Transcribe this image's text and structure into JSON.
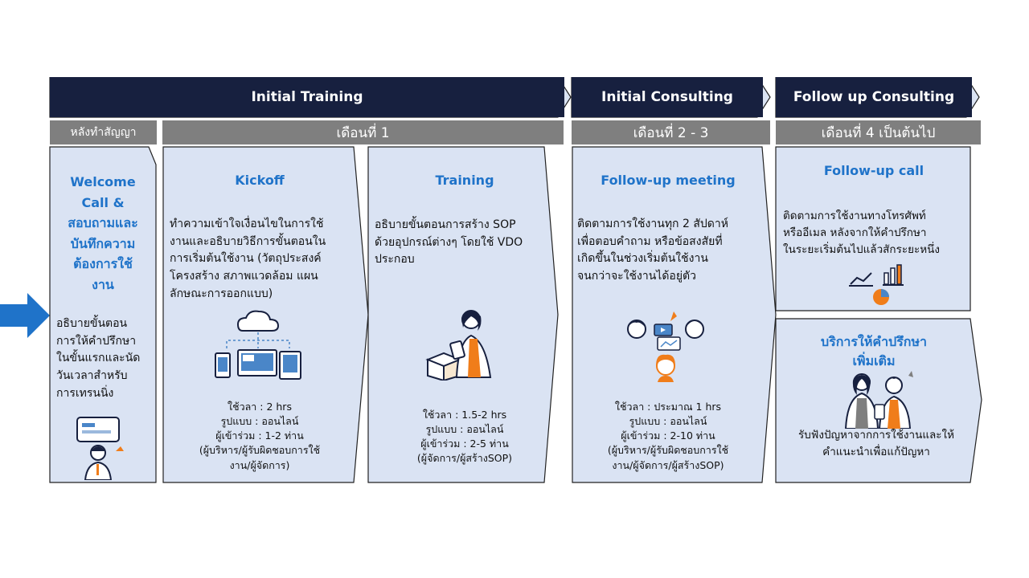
{
  "phases": {
    "initial_training": "Initial Training",
    "initial_consulting": "Initial Consulting",
    "follow_up_consulting": "Follow up Consulting"
  },
  "months": {
    "after_contract": "หลังทำสัญญา",
    "month_1": "เดือนที่ 1",
    "month_2_3": "เดือนที่ 2 - 3",
    "month_4_on": "เดือนที่ 4 เป็นต้นไป"
  },
  "cards": {
    "welcome": {
      "title_lines": [
        "Welcome",
        "Call &",
        "สอบถามและ",
        "บันทึกความ",
        "ต้องการใช้",
        "งาน"
      ],
      "desc_lines": [
        "อธิบายขั้นตอน",
        "การให้คำปรึกษา",
        "ในขั้นแรกและนัด",
        "วันเวลาสำหรับ",
        "การเทรนนิ่ง"
      ]
    },
    "kickoff": {
      "title": "Kickoff",
      "desc_lines": [
        "ทำความเข้าใจเงื่อนไขในการใช้",
        "งานและอธิบายวิธีการขั้นตอนใน",
        "การเริ่มต้นใช้งาน (วัตถุประสงค์",
        "โครงสร้าง สภาพแวดล้อม แผน",
        "ลักษณะการออกแบบ)"
      ],
      "meta": {
        "time": "ใช้วลา : 2 hrs",
        "format": "รูปแบบ : ออนไลน์",
        "participants": "ผู้เข้าร่วม : 1-2 ท่าน",
        "roles_1": "(ผู้บริหาร/ผู้รับผิดชอบการใช้",
        "roles_2": "งาน/ผู้จัดการ)"
      }
    },
    "training": {
      "title": "Training",
      "desc_lines": [
        "อธิบายขั้นตอนการสร้าง SOP",
        "ด้วยอุปกรณ์ต่างๆ โดยใช้ VDO",
        "ประกอบ"
      ],
      "meta": {
        "time": "ใช้วลา : 1.5-2 hrs",
        "format": "รูปแบบ : ออนไลน์",
        "participants": "ผู้เข้าร่วม : 2-5 ท่าน",
        "roles_1": "(ผู้จัดการ/ผู้สร้างSOP)"
      }
    },
    "followup_meeting": {
      "title": "Follow-up meeting",
      "desc_lines": [
        "ติดตามการใช้งานทุก 2 สัปดาห์",
        "เพื่อตอบคำถาม หรือข้อสงสัยที่",
        "เกิดขึ้นในช่วงเริ่มต้นใช้งาน",
        "จนกว่าจะใช้งานได้อยู่ตัว"
      ],
      "meta": {
        "time": "ใช้วลา : ประมาณ 1 hrs",
        "format": "รูปแบบ : ออนไลน์",
        "participants": "ผู้เข้าร่วม : 2-10 ท่าน",
        "roles_1": "(ผู้บริหาร/ผู้รับผิดชอบการใช้",
        "roles_2": "งาน/ผู้จัดการ/ผู้สร้างSOP)"
      }
    },
    "followup_call": {
      "title": "Follow-up call",
      "desc_lines": [
        "ติดตามการใช้งานทางโทรศัพท์",
        "หรืออีเมล หลังจากให้คำปรึกษา",
        "ในระยะเริ่มต้นไปแล้วสักระยะหนึ่ง"
      ]
    },
    "extra_consult": {
      "title_lines": [
        "บริการให้คำปรึกษา",
        "เพิ่มเติม"
      ],
      "desc_lines": [
        "รับฟังปัญหาจากการใช้งานและให้",
        "คำแนะนำเพื่อแก้ปัญหา"
      ]
    }
  },
  "colors": {
    "navy": "#17203f",
    "gray": "#7f7f7f",
    "card": "#dae3f3",
    "accent_blue": "#1f73c9",
    "orange": "#f07d1a"
  }
}
